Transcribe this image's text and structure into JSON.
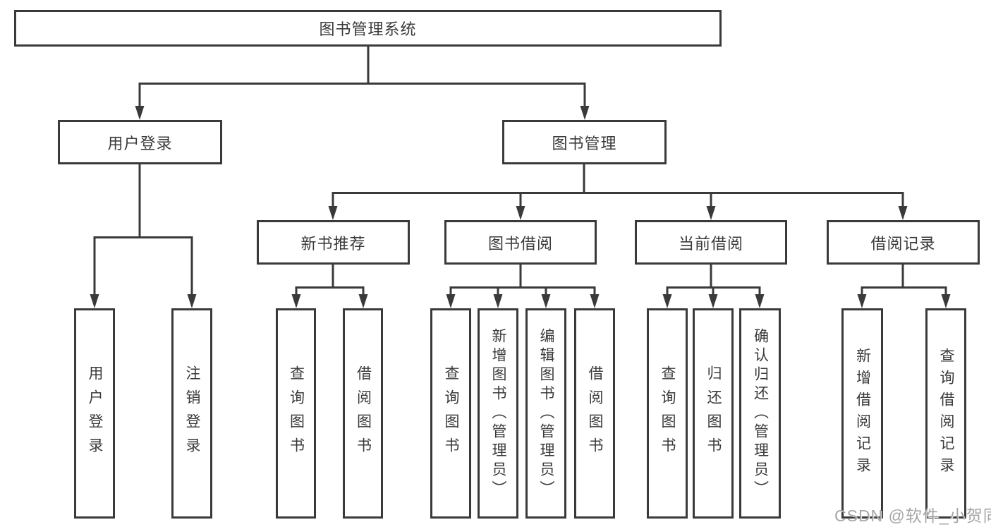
{
  "tree": {
    "label": "图书管理系统",
    "children": [
      {
        "label": "用户登录",
        "children": [
          {
            "label": "用户登录"
          },
          {
            "label": "注销登录"
          }
        ]
      },
      {
        "label": "图书管理",
        "children": [
          {
            "label": "新书推荐",
            "children": [
              {
                "label": "查询图书"
              },
              {
                "label": "借阅图书"
              }
            ]
          },
          {
            "label": "图书借阅",
            "children": [
              {
                "label": "查询图书"
              },
              {
                "label": "新增图书（管理员）"
              },
              {
                "label": "编辑图书（管理员）"
              },
              {
                "label": "借阅图书"
              }
            ]
          },
          {
            "label": "当前借阅",
            "children": [
              {
                "label": "查询图书"
              },
              {
                "label": "归还图书"
              },
              {
                "label": "确认归还（管理员）"
              }
            ]
          },
          {
            "label": "借阅记录",
            "children": [
              {
                "label": "新增借阅记录"
              },
              {
                "label": "查询借阅记录"
              }
            ]
          }
        ]
      }
    ]
  },
  "watermark": "CSDN @软件_小贺同学",
  "colors": {
    "line": "#3a3a3a",
    "text": "#3a3a3a",
    "background": "#ffffff",
    "watermark": "#9e9e9e"
  }
}
